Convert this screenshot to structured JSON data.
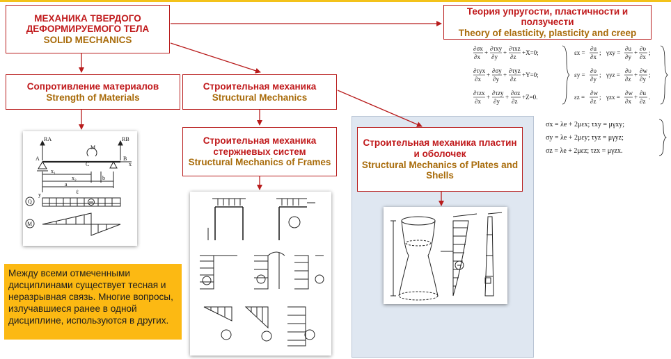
{
  "boxes": {
    "solid": {
      "ru1": "МЕХАНИКА ТВЕРДОГО",
      "ru2": "ДЕФОРМИРУЕМОГО ТЕЛА",
      "en": "SOLID MECHANICS"
    },
    "elasticity": {
      "ru": "Теория упругости, пластичности и ползучести",
      "en": "Theory of elasticity, plasticity and creep"
    },
    "strength": {
      "ru": "Сопротивление материалов",
      "en": "Strength of Materials"
    },
    "structural": {
      "ru": "Строительная механика",
      "en": "Structural Mechanics"
    },
    "frames": {
      "ru1": "Строительная механика",
      "ru2": "стержневых систем",
      "en": "Structural Mechanics of Frames"
    },
    "plates": {
      "ru1": "Строительная механика пластин",
      "ru2": "и оболочек",
      "en1": "Structural Mechanics of Plates and",
      "en2": "Shells"
    }
  },
  "note": {
    "l1": "Между всеми отмеченными",
    "l2": "дисциплинами существует тесная и",
    "l3": "неразрывная связь. Многие вопросы,",
    "l4": "излучавшиеся ранее в одной",
    "l5": "дисциплине, используются в других."
  },
  "equations": {
    "eq1_tail": "+X=0;",
    "eq2_tail": "+Y=0;",
    "eq3_tail": "+Z=0.",
    "hooke1": "σx = λe + 2μεx;   τxy = μγxy;",
    "hooke2": "σy = λe + 2μεy;   τyz = μγyz;",
    "hooke3": "σz = λe + 2μεz;   τzx = μγzx."
  },
  "beam": {
    "ra": "RA",
    "rb": "RB",
    "a": "A",
    "b": "B",
    "c": "C",
    "m": "M",
    "x": "x",
    "y": "y",
    "x1": "x₁",
    "x2": "x₂",
    "da": "a",
    "db": "b",
    "dl": "ℓ",
    "q": "Q",
    "mm": "M"
  },
  "colors": {
    "frame_red": "#b81c1c",
    "ru_text": "#c0191b",
    "en_text": "#a86b0a",
    "note_bg": "#fcb913",
    "panel_bg": "#dfe7f1",
    "top_bar": "#f3c21a"
  }
}
